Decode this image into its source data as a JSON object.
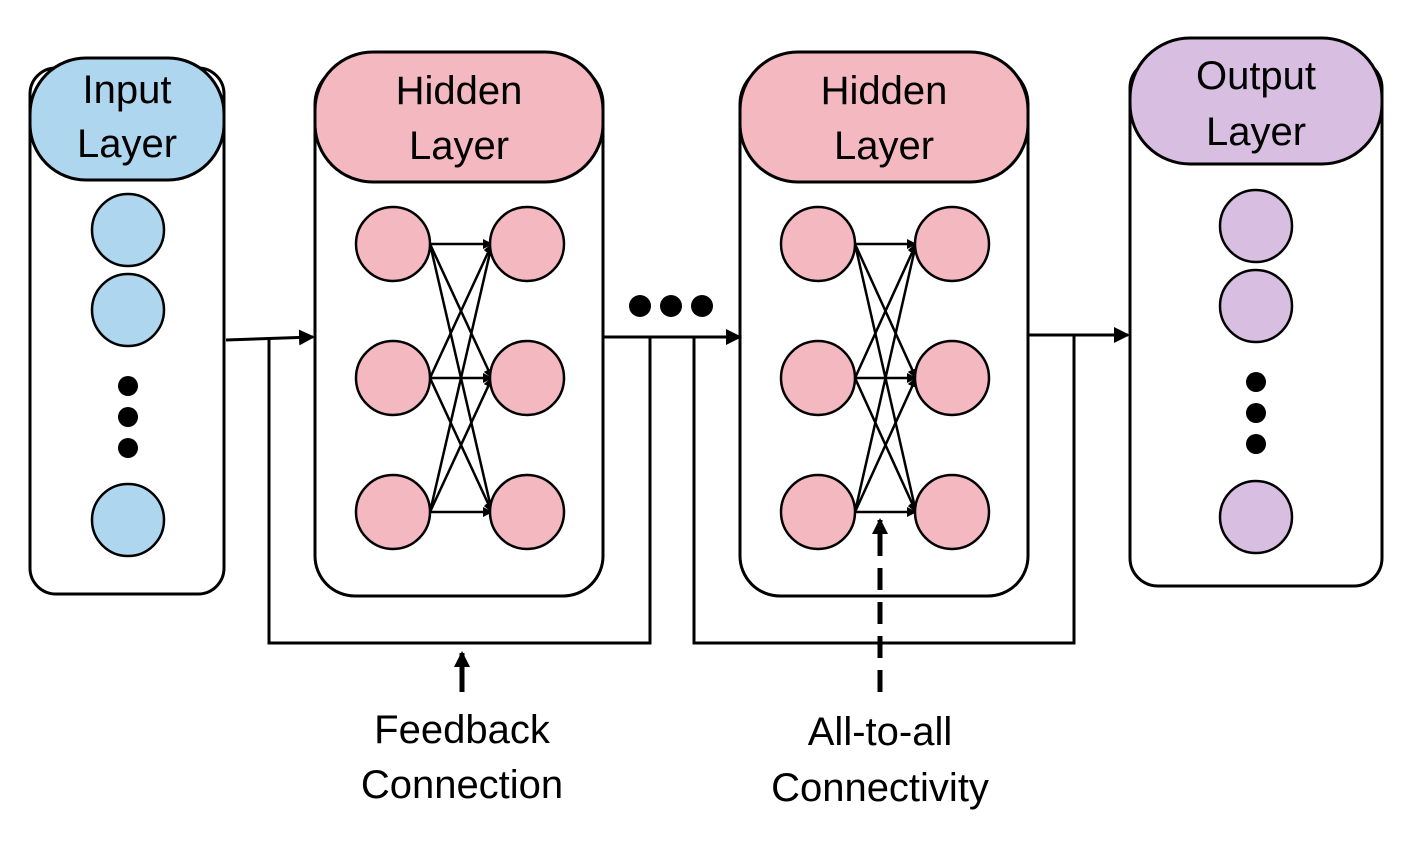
{
  "layers": [
    {
      "key": "input",
      "title_line1": "Input",
      "title_line2": "Layer",
      "color": "#aed6ef",
      "neurons": 3,
      "kind": "column"
    },
    {
      "key": "hidden1",
      "title_line1": "Hidden",
      "title_line2": "Layer",
      "color": "#f4b8c0",
      "neurons": 6,
      "kind": "bipartite"
    },
    {
      "key": "hidden2",
      "title_line1": "Hidden",
      "title_line2": "Layer",
      "color": "#f4b8c0",
      "neurons": 6,
      "kind": "bipartite"
    },
    {
      "key": "output",
      "title_line1": "Output",
      "title_line2": "Layer",
      "color": "#d8bfe2",
      "neurons": 3,
      "kind": "column"
    }
  ],
  "annotations": {
    "feedback": {
      "line1": "Feedback",
      "line2": "Connection"
    },
    "all_to_all": {
      "line1": "All-to-all",
      "line2": "Connectivity"
    }
  },
  "colors": {
    "stroke": "#000000",
    "background": "#ffffff"
  }
}
